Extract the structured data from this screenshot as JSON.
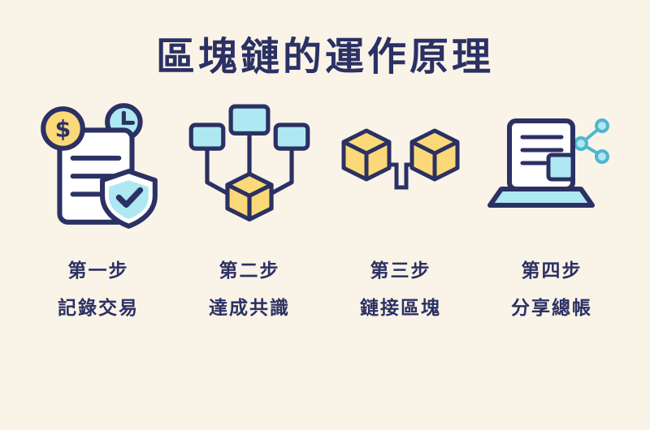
{
  "page": {
    "background_color": "#FAF3E8",
    "navy_color": "#2B3163",
    "blue_color": "#AEE8F2",
    "yellow_color": "#FBD978"
  },
  "title": "區塊鏈的運作原理",
  "steps": [
    {
      "label": "第一步",
      "description": "記錄交易",
      "icon": "document-shield-icon"
    },
    {
      "label": "第二步",
      "description": "達成共識",
      "icon": "network-consensus-icon"
    },
    {
      "label": "第三步",
      "description": "鏈接區塊",
      "icon": "linked-blocks-icon"
    },
    {
      "label": "第四步",
      "description": "分享總帳",
      "icon": "laptop-share-icon"
    }
  ]
}
